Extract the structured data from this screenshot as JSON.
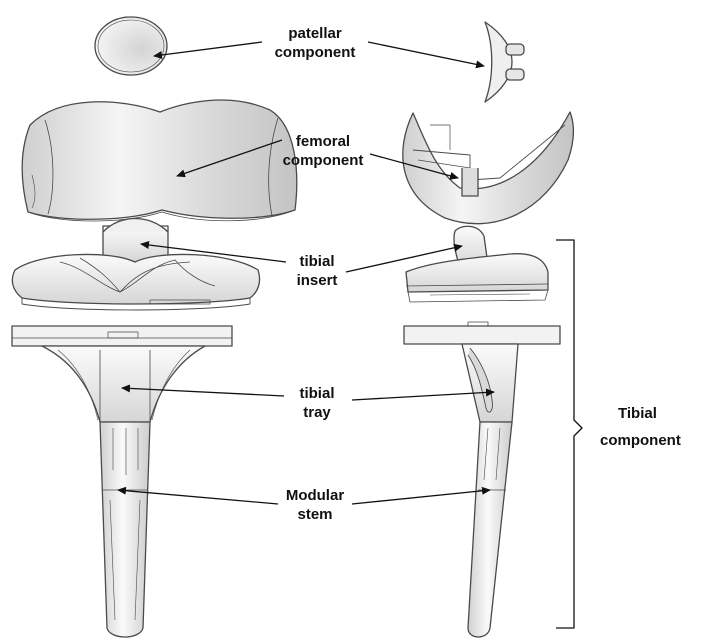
{
  "labels": {
    "patellar": [
      "patellar",
      "component"
    ],
    "femoral": [
      "femoral",
      "component"
    ],
    "tibial_insert": [
      "tibial",
      "insert"
    ],
    "tibial_tray": [
      "tibial",
      "tray"
    ],
    "modular_stem": [
      "Modular",
      "stem"
    ],
    "tibial_component": [
      "Tibial",
      "component"
    ]
  },
  "colors": {
    "ink": "#111111",
    "outline": "#4a4a4a",
    "metal_light": "#f4f4f4",
    "metal_shade": "#c9c9c9",
    "background": "#ffffff"
  }
}
